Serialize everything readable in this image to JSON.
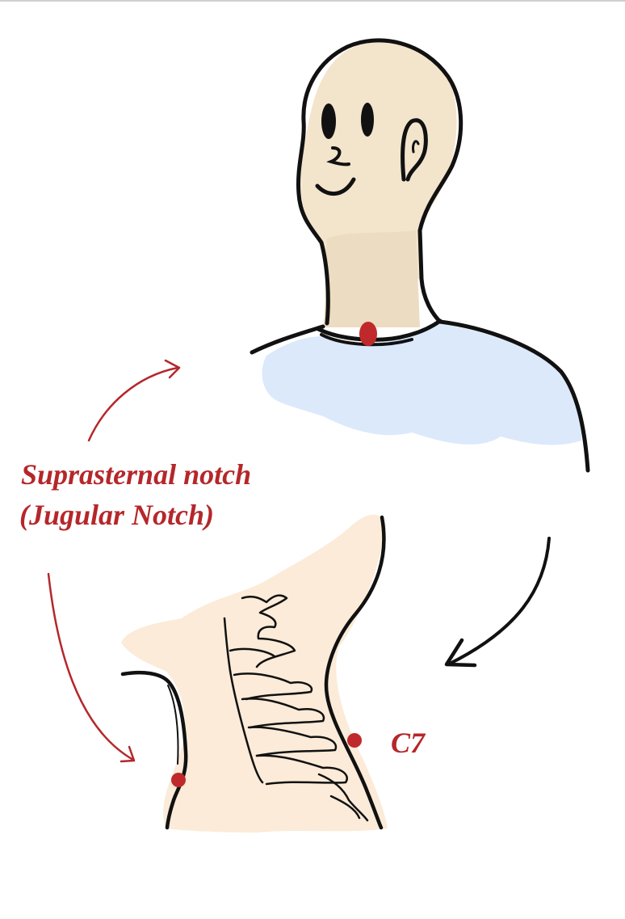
{
  "labels": {
    "notch_name": "Suprasternal notch",
    "notch_alt_name": "(Jugular Notch)",
    "vertebra": "C7"
  },
  "colors": {
    "annotation_red": "#b5272a",
    "landmark_dot": "#c0292b",
    "outline": "#111111",
    "skin_fill": "#f3e4cc",
    "neck_shade": "#ecdcc2",
    "shirt_fill": "#dbe9fb",
    "lateral_skin_fill": "#fbebd8"
  },
  "icons": {
    "figure_front": "person-front-view-icon",
    "figure_side": "neck-side-view-icon",
    "arrow": "curved-arrow-icon",
    "landmark": "red-dot-icon"
  }
}
